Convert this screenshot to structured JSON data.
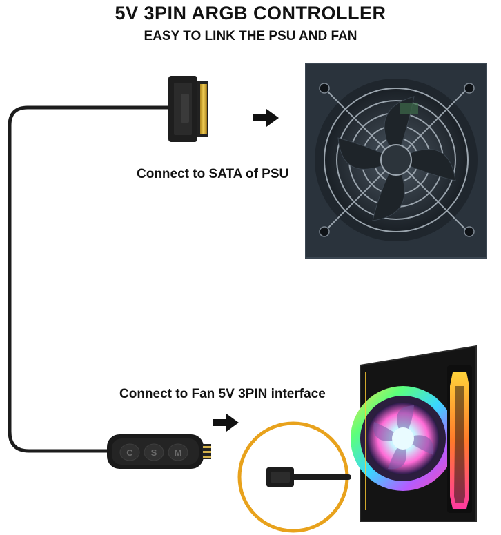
{
  "header": {
    "title": "5V  3PIN ARGB CONTROLLER",
    "subtitle": "EASY TO LINK THE PSU AND FAN"
  },
  "callouts": {
    "sata_label": "Connect to SATA of PSU",
    "fan_label": "Connect to Fan 5V 3PIN interface"
  },
  "controller": {
    "buttons": [
      "C",
      "S",
      "M"
    ]
  },
  "colors": {
    "text": "#111111",
    "cable": "#1c1c1c",
    "psu_body": "#28313a",
    "ring": "#e8a21c"
  }
}
